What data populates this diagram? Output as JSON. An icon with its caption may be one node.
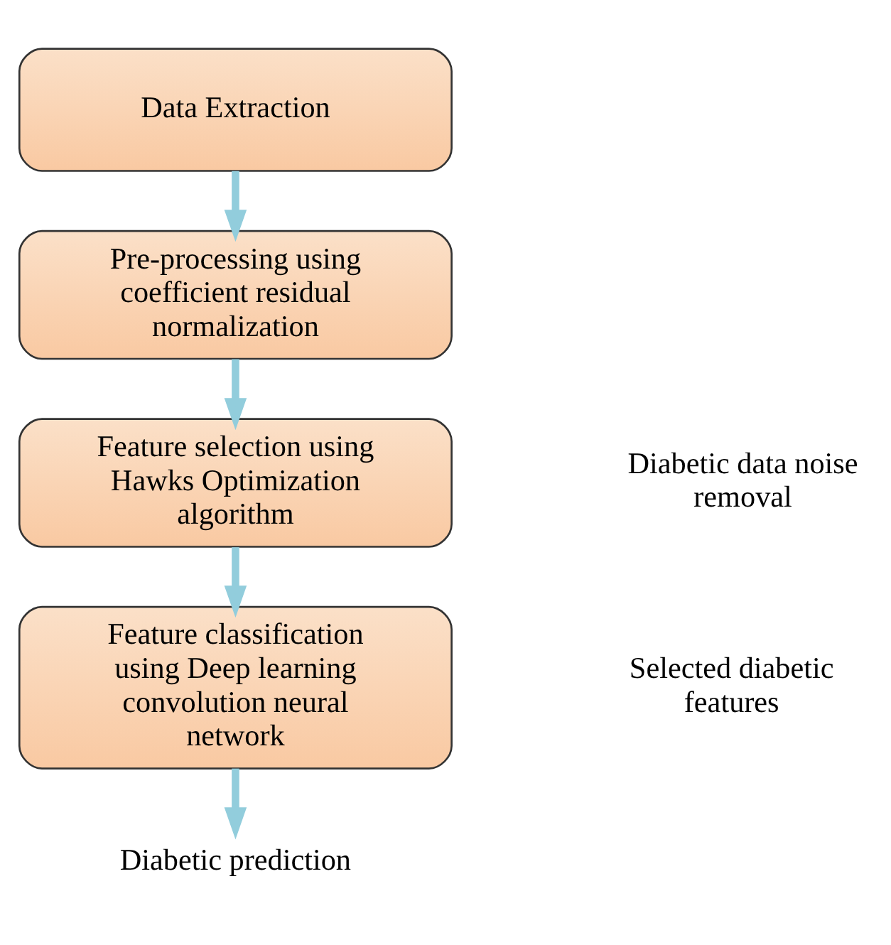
{
  "diagram": {
    "nodes": [
      {
        "text": [
          "Data Extraction"
        ]
      },
      {
        "text": [
          "Pre-processing using coefficient residual normalization"
        ]
      },
      {
        "text": [
          "Feature selection using Hawks Optimization algorithm"
        ]
      },
      {
        "text": [
          "Feature classification using Deep learning convolution neural network"
        ]
      },
      {
        "text": [
          "Diabetic prediction"
        ]
      }
    ],
    "edges": [
      {
        "from": 0,
        "to": 1,
        "arrow": "to"
      },
      {
        "from": 1,
        "to": 2,
        "arrow": "to"
      },
      {
        "from": 2,
        "to": 3,
        "arrow": "to"
      },
      {
        "from": 3,
        "to": 4,
        "arrow": "to"
      }
    ],
    "labels": [
      "Diabetic data noise removal",
      "Selected diabetic features"
    ]
  }
}
